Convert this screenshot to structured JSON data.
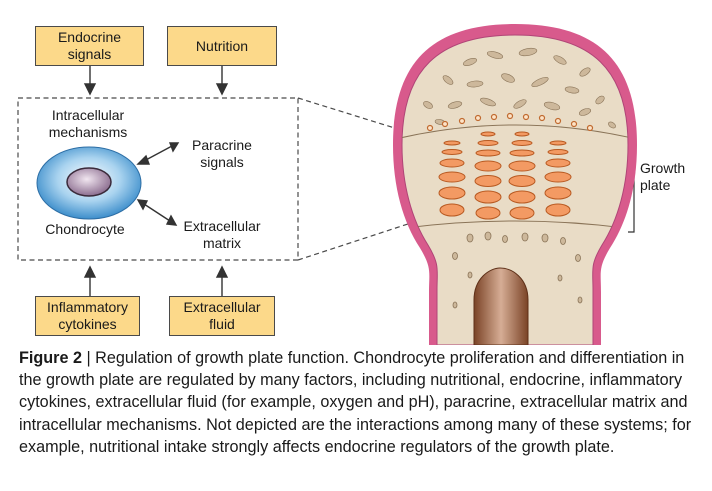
{
  "diagram": {
    "boxes": {
      "endocrine": "Endocrine\nsignals",
      "nutrition": "Nutrition",
      "inflammatory": "Inflammatory\ncytokines",
      "extracellular_fluid": "Extracellular\nfluid"
    },
    "labels": {
      "intracellular": "Intracellular\nmechanisms",
      "paracrine": "Paracrine\nsignals",
      "chondrocyte": "Chondrocyte",
      "extracellular_matrix": "Extracellular\nmatrix",
      "growth_plate": "Growth\nplate"
    },
    "colors": {
      "box_fill": "#fcd98a",
      "cell_blue": "#4aa0d8",
      "nucleus_purple": "#9a7fa0",
      "bone_pink": "#d85a8c",
      "bone_beige": "#e9dcc6",
      "chondrocyte_orange": "#f39a63"
    }
  },
  "caption": {
    "figure_label": "Figure 2",
    "separator": " | ",
    "text": "Regulation of growth plate function. Chondrocyte proliferation and differentiation in the growth plate are regulated by many factors, including nutritional, endocrine, inflammatory cytokines, extracellular fluid (for example, oxygen and pH), paracrine, extracellular matrix and intracellular mechanisms. Not depicted are the interactions among many of these systems; for example, nutritional intake strongly affects endocrine regulators of the growth plate."
  }
}
